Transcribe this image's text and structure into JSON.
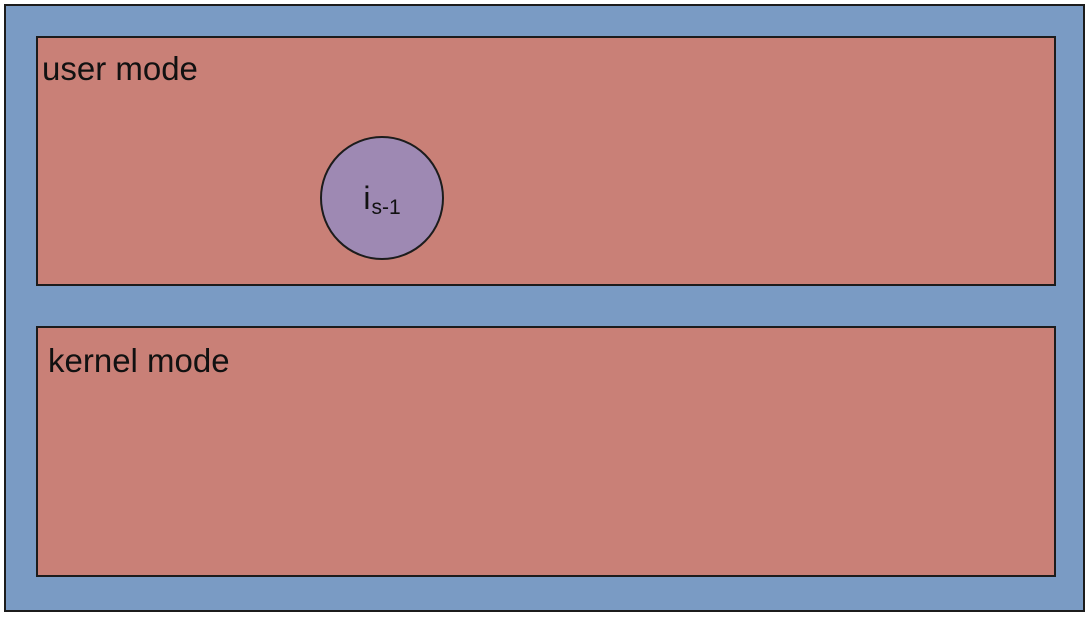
{
  "user_mode": {
    "label": "user mode",
    "instruction": {
      "symbol": "i",
      "subscript": "s-1"
    }
  },
  "kernel_mode": {
    "label": "kernel mode"
  },
  "colors": {
    "background_frame": "#7a9bc4",
    "mode_box": "#c98077",
    "instruction_circle": "#9e89b3",
    "outline": "#1c1c1c"
  }
}
